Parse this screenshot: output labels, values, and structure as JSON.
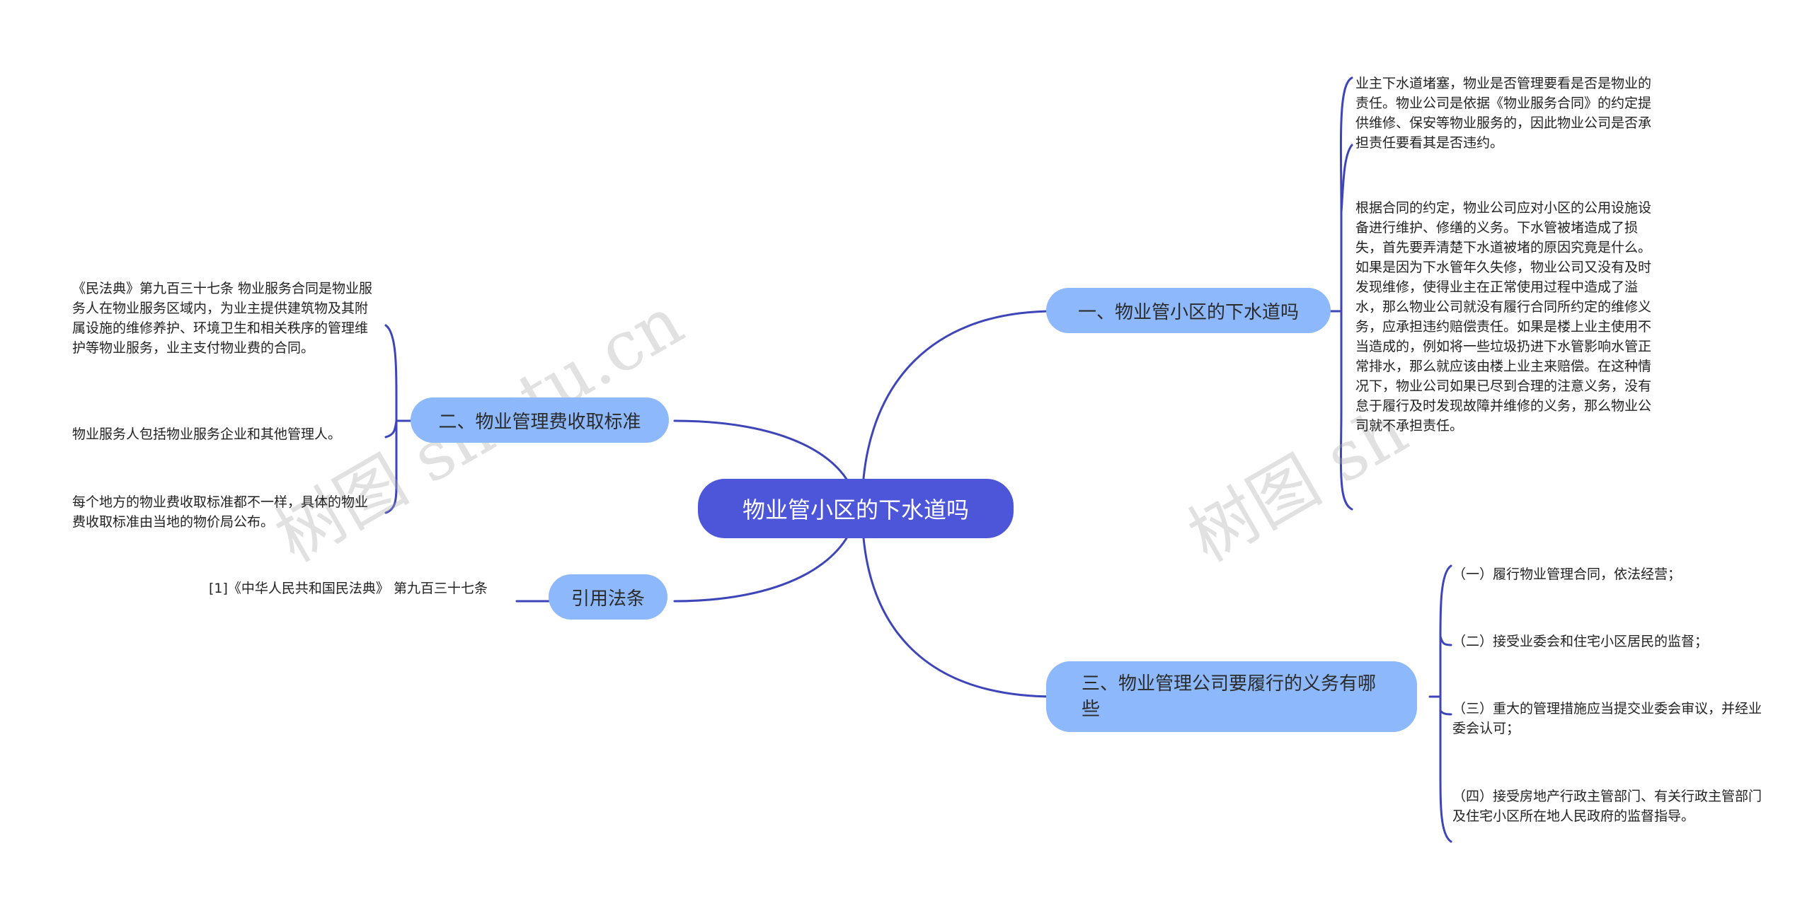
{
  "root": {
    "label": "物业管小区的下水道吗"
  },
  "branches": {
    "b1": {
      "label": "一、物业管小区的下水道吗",
      "leaves": [
        "业主下水道堵塞，物业是否管理要看是否是物业的责任。物业公司是依据《物业服务合同》的约定提供维修、保安等物业服务的，因此物业公司是否承担责任要看其是否违约。",
        "根据合同的约定，物业公司应对小区的公用设施设备进行维护、修缮的义务。下水管被堵造成了损失，首先要弄清楚下水道被堵的原因究竟是什么。如果是因为下水管年久失修，物业公司又没有及时发现维修，使得业主在正常使用过程中造成了溢水，那么物业公司就没有履行合同所约定的维修义务，应承担违约赔偿责任。如果是楼上业主使用不当造成的，例如将一些垃圾扔进下水管影响水管正常排水，那么就应该由楼上业主来赔偿。在这种情况下，物业公司如果已尽到合理的注意义务，没有怠于履行及时发现故障并维修的义务，那么物业公司就不承担责任。"
      ]
    },
    "b2": {
      "label": "二、物业管理费收取标准",
      "leaves": [
        "《民法典》第九百三十七条 物业服务合同是物业服务人在物业服务区域内，为业主提供建筑物及其附属设施的维修养护、环境卫生和相关秩序的管理维护等物业服务，业主支付物业费的合同。",
        "物业服务人包括物业服务企业和其他管理人。",
        "每个地方的物业费收取标准都不一样，具体的物业费收取标准由当地的物价局公布。"
      ]
    },
    "b3": {
      "label": "三、物业管理公司要履行的义务有哪些",
      "leaves": [
        "（一）履行物业管理合同，依法经营；",
        "（二）接受业委会和住宅小区居民的监督；",
        "（三）重大的管理措施应当提交业委会审议，并经业委会认可；",
        "（四）接受房地产行政主管部门、有关行政主管部门及住宅小区所在地人民政府的监督指导。"
      ]
    },
    "b4": {
      "label": "引用法条",
      "leaves": [
        "[1]《中华人民共和国民法典》 第九百三十七条"
      ]
    }
  },
  "watermarks": [
    "树图 shutu.cn",
    "树图 sh"
  ],
  "colors": {
    "line": "#3d45b8",
    "root_bg": "#4d56d9",
    "branch_bg": "#8db8fb"
  }
}
